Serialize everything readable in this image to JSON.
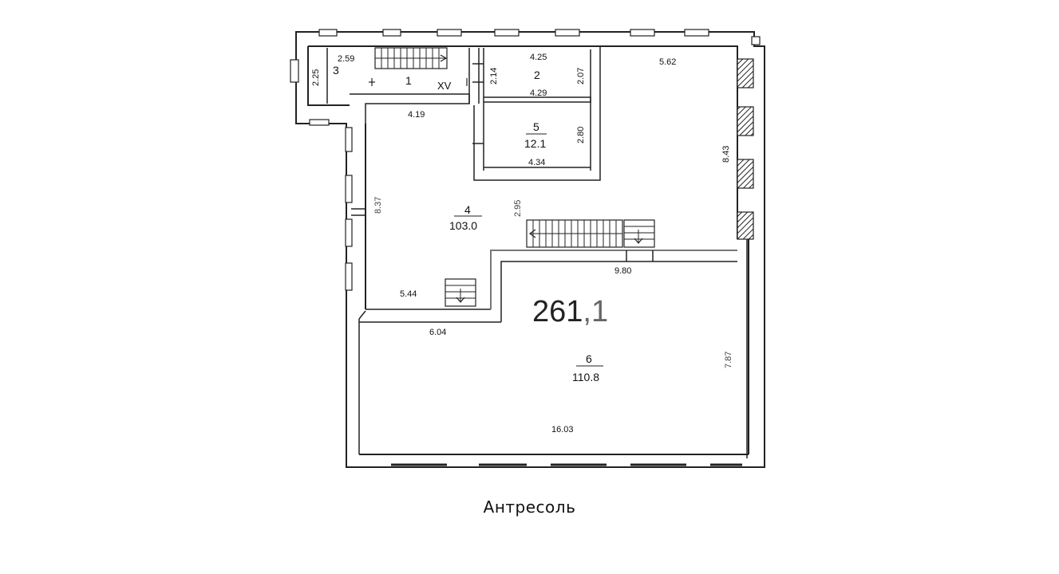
{
  "caption": "Антресоль",
  "total_area": {
    "integer": "261",
    "decimal": ",1"
  },
  "rooms": [
    {
      "number": "1",
      "area": ""
    },
    {
      "number": "2",
      "area": ""
    },
    {
      "number": "3",
      "area": ""
    },
    {
      "number": "4",
      "area": "103.0"
    },
    {
      "number": "5",
      "area": "12.1"
    },
    {
      "number": "6",
      "area": "110.8"
    }
  ],
  "marker": "XV",
  "dimensions": [
    "2.59",
    "2.25",
    "4.25",
    "2.14",
    "2.07",
    "4.29",
    "5.62",
    "4.19",
    "2.80",
    "4.34",
    "8.43",
    "8.37",
    "2.95",
    "9.80",
    "5.44",
    "6.04",
    "7.87",
    "16.03"
  ]
}
